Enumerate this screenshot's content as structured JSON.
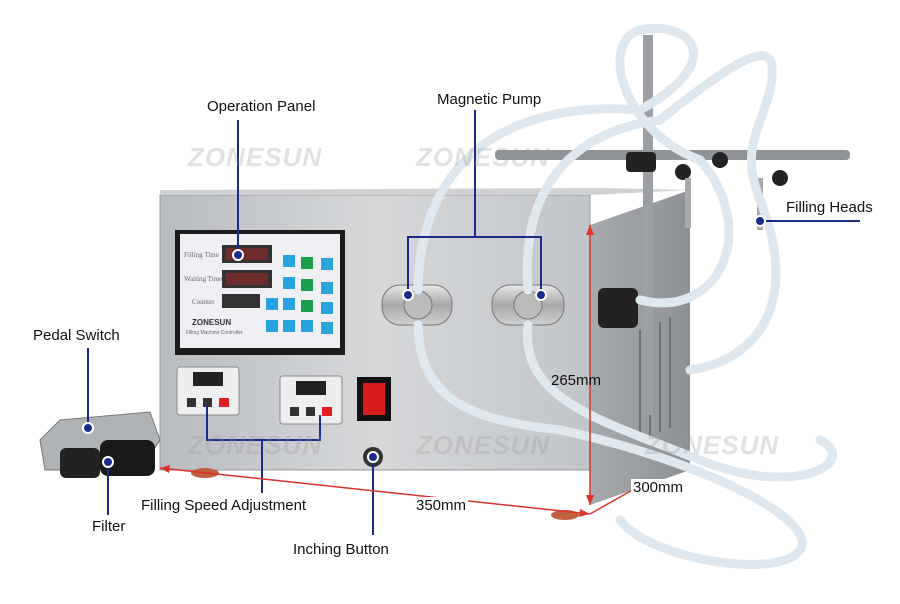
{
  "labels": {
    "operation_panel": "Operation Panel",
    "magnetic_pump": "Magnetic Pump",
    "filling_heads": "Filling Heads",
    "pedal_switch": "Pedal Switch",
    "filter": "Filter",
    "filling_speed_adjustment": "Filling Speed Adjustment",
    "inching_button": "Inching Button"
  },
  "dimensions": {
    "width": "350mm",
    "height": "265mm",
    "depth": "300mm"
  },
  "control_panel": {
    "filling_time": "Filling Time",
    "waiting_time": "Waiting Time",
    "counter": "Counter",
    "brand": "ZONESUN",
    "subtitle": "Filling Machine Controller"
  },
  "watermark": "ZONESUN",
  "colors": {
    "callout_line": "#1a2b8c",
    "dimension_line": "#d9342b",
    "display_red": "#e02020",
    "button_blue": "#29a3e0",
    "button_green": "#1a9e4a"
  }
}
